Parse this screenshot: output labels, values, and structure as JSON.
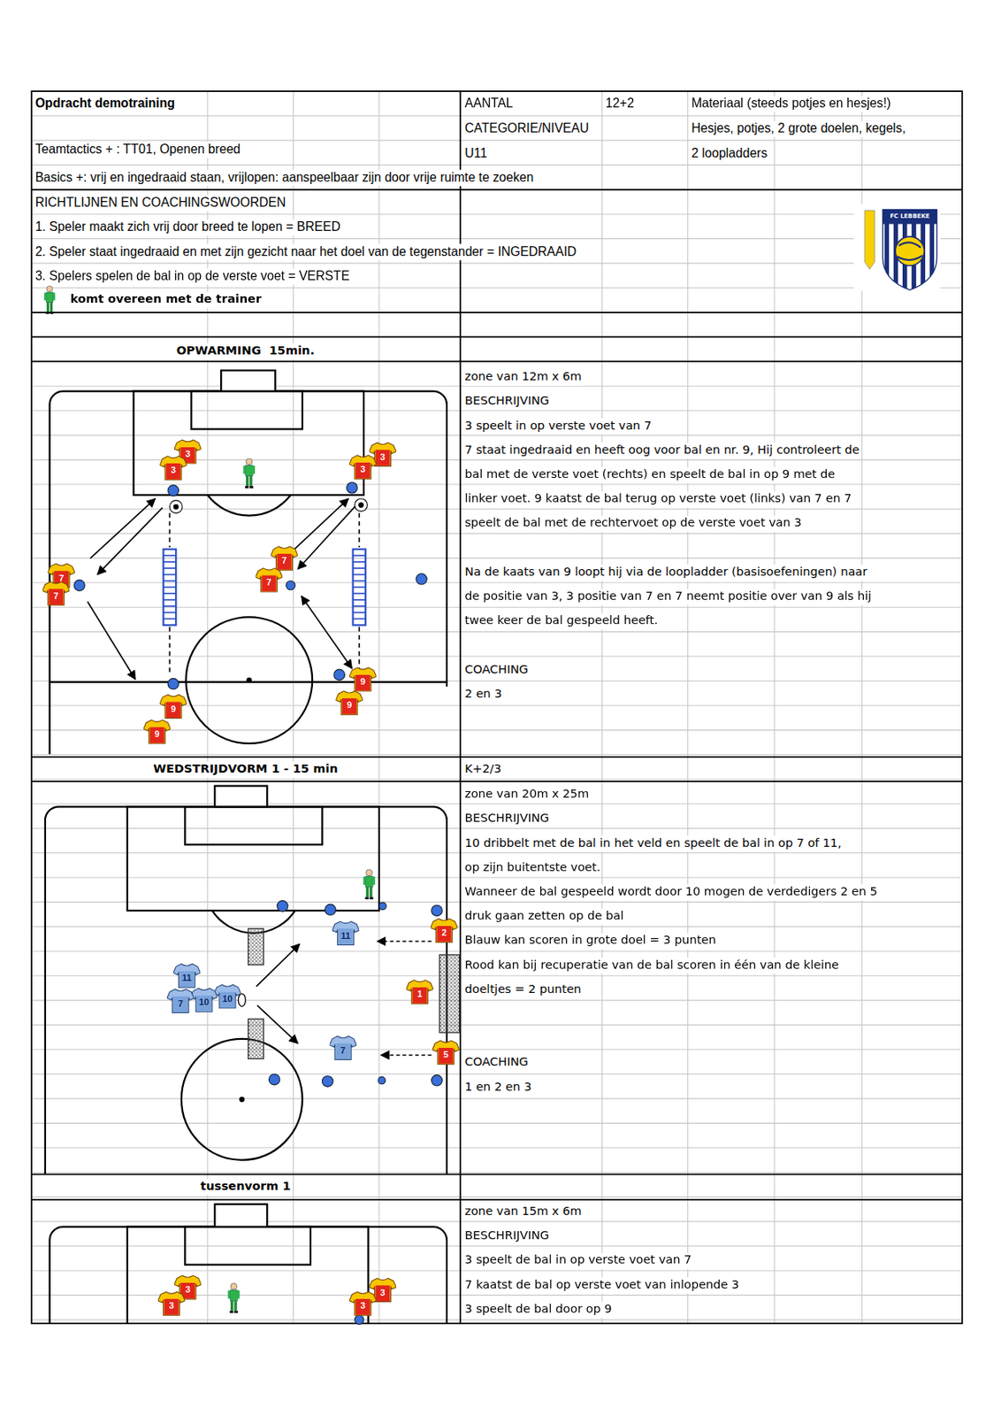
{
  "diagram": {
    "title": "Opdracht demotraining",
    "nodes": [
      {
        "text": [
          "3"
        ]
      },
      {
        "text": [
          "3"
        ]
      },
      {
        "text": [
          "3"
        ]
      },
      {
        "text": [
          "3"
        ]
      },
      {
        "text": [
          "7"
        ]
      },
      {
        "text": [
          "7"
        ]
      },
      {
        "text": [
          "7"
        ]
      },
      {
        "text": [
          "7"
        ]
      },
      {
        "text": [
          "9"
        ]
      },
      {
        "text": [
          "9"
        ]
      },
      {
        "text": [
          "9"
        ]
      },
      {
        "text": [
          "9"
        ]
      },
      {
        "text": [
          "2"
        ]
      },
      {
        "text": [
          "11"
        ]
      },
      {
        "text": [
          "11"
        ]
      },
      {
        "text": [
          "10"
        ]
      },
      {
        "text": [
          "10"
        ]
      },
      {
        "text": [
          "7"
        ]
      },
      {
        "text": [
          "1"
        ]
      },
      {
        "text": [
          "7"
        ]
      },
      {
        "text": [
          "5"
        ]
      },
      {
        "text": [
          "3"
        ]
      },
      {
        "text": [
          "3"
        ]
      },
      {
        "text": [
          "3"
        ]
      },
      {
        "text": [
          "3"
        ]
      }
    ],
    "labels": [
      "AANTAL",
      "12+2",
      "Materiaal (steeds potjes en hesjes!)",
      "CATEGORIE/NIVEAU",
      "Hesjes, potjes, 2 grote doelen, kegels,",
      "Teamtactics + : TT01, Openen breed",
      "U11",
      "2 loopladders",
      "Basics +: vrij en ingedraaid staan, vrijlopen: aanspeelbaar zijn door vrije ruimte te zoeken",
      "RICHTLIJNEN EN COACHINGSWOORDEN",
      "1. Speler maakt zich vrij door breed te lopen = BREED",
      "2. Speler staat ingedraaid en met zijn gezicht naar het doel van de tegenstander = INGEDRAAID",
      "3. Spelers spelen de bal in op de verste voet = VERSTE",
      "komt overeen met de trainer",
      "FC LEBBEKE",
      "OPWARMING  15min.",
      "zone van 12m x 6m",
      "BESCHRIJVING",
      "3 speelt in op verste voet van 7",
      "7 staat ingedraaid en heeft oog voor bal en nr. 9, Hij controleert de",
      "bal met de verste voet (rechts) en speelt de bal in op 9 met de",
      "linker voet. 9 kaatst de bal terug op verste voet (links) van 7 en 7",
      "speelt de bal met de rechtervoet op de verste voet van 3",
      "Na de kaats van 9 loopt hij via de loopladder (basisoefeningen) naar",
      "de positie van 3, 3 positie van 7 en 7 neemt positie over van 9 als hij",
      "twee keer de bal gespeeld heeft.",
      "COACHING",
      "2 en 3",
      "WEDSTRIJDVORM 1 - 15 min",
      "K+2/3",
      "zone van 20m x 25m",
      "BESCHRIJVING",
      "10 dribbelt met de bal in het veld en speelt de bal in op 7 of 11,",
      "op zijn buitentste voet.",
      "Wanneer de bal gespeeld wordt door 10 mogen de verdedigers 2 en 5",
      "druk gaan zetten op de bal",
      "Blauw kan scoren in grote doel = 3 punten",
      "Rood kan bij recuperatie van de bal scoren in één van de kleine",
      "doeltjes = 2 punten",
      "COACHING",
      "1 en 2 en 3",
      "tussenvorm 1",
      "zone van 15m x 6m",
      "BESCHRIJVING",
      "3 speelt de bal in op verste voet van 7",
      "7 kaatst de bal op verste voet van inlopende 3",
      "3 speelt de bal door op 9"
    ]
  }
}
